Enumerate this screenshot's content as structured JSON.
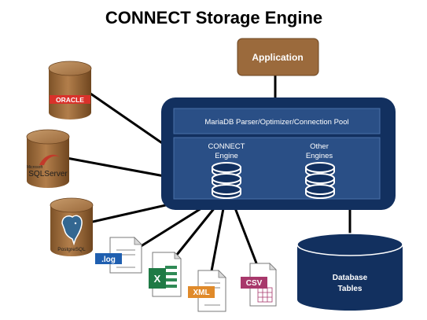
{
  "title": "CONNECT Storage Engine",
  "application_label": "Application",
  "parser_label": "MariaDB Parser/Optimizer/Connection Pool",
  "connect_engine": {
    "line1": "CONNECT",
    "line2": "Engine"
  },
  "other_engines": {
    "line1": "Other",
    "line2": "Engines"
  },
  "database_tables": {
    "line1": "Database",
    "line2": "Tables"
  },
  "sources": {
    "oracle": "ORACLE",
    "sqlserver_small": "Microsoft",
    "sqlserver": "SQLServer",
    "postgres": "PostgreSQL",
    "log": ".log",
    "excel": "X",
    "xml": "XML",
    "csv": "CSV"
  },
  "colors": {
    "navy": "#12305f",
    "panel": "#2a4f86",
    "bronze": "#9b6a3c",
    "excel_green": "#1f7a45",
    "xml_orange": "#e08a2a",
    "csv_purple": "#a8386b",
    "log_blue": "#1f5fb0"
  }
}
